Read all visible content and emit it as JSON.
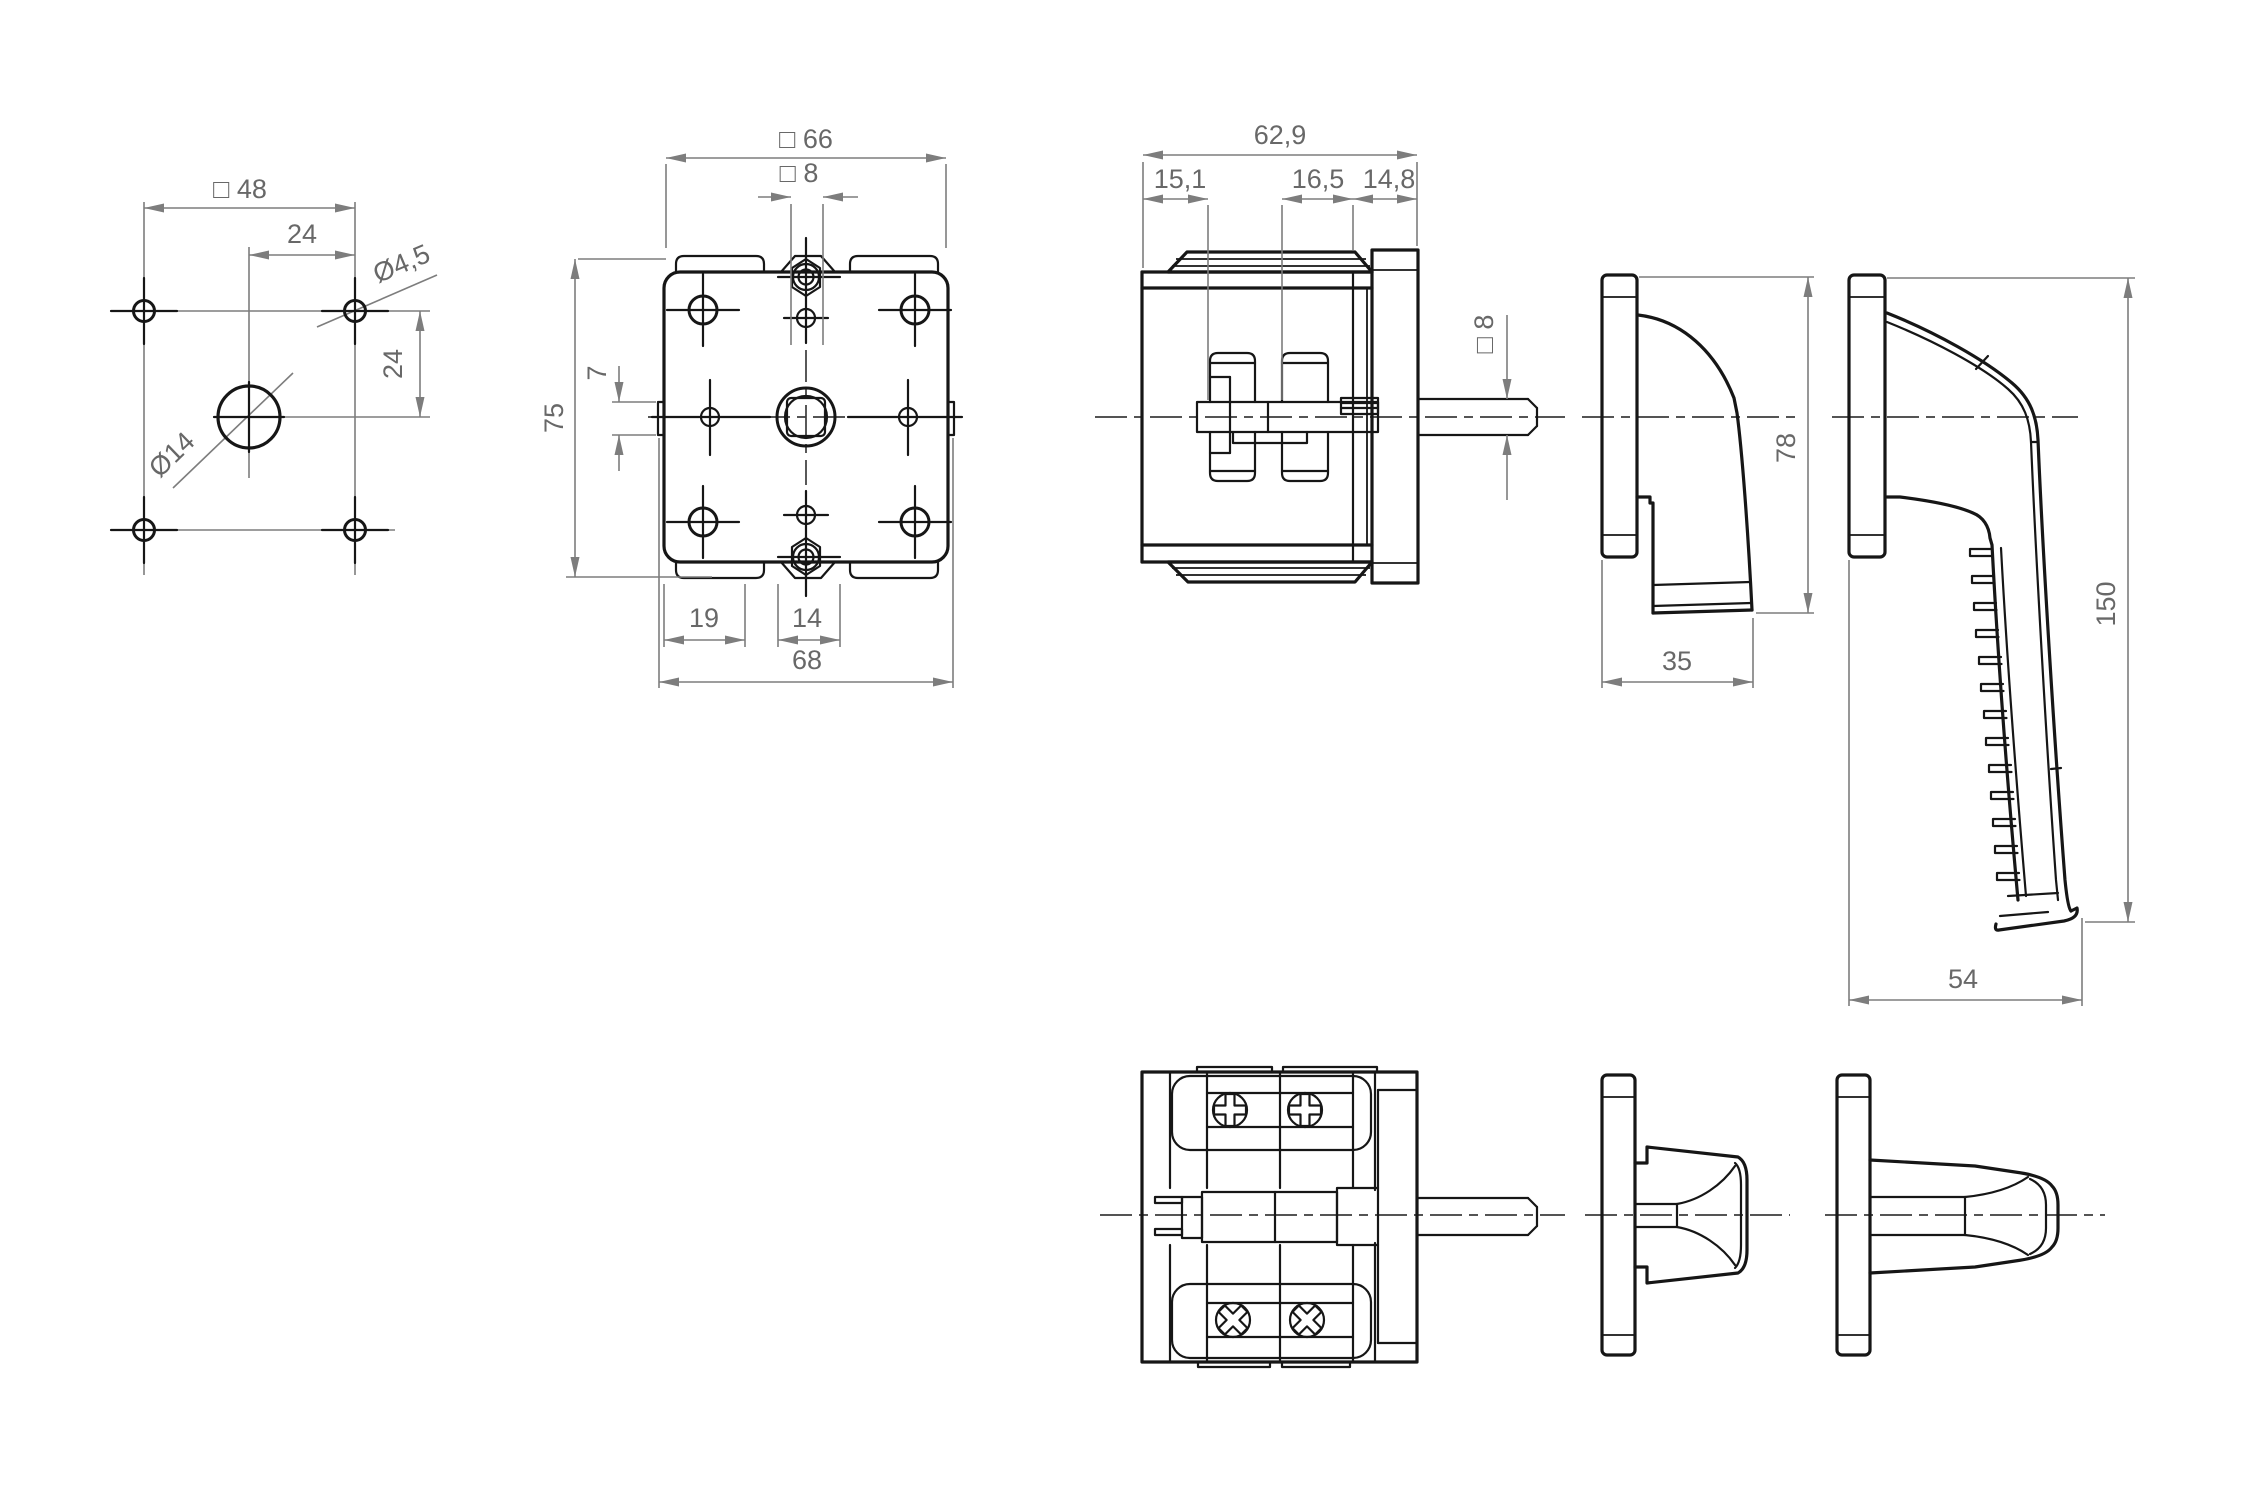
{
  "colors": {
    "part_line": "#161616",
    "dimension_line": "#7d7d7d",
    "centerline": "#3c3c3c",
    "background": "#ffffff"
  },
  "dims": {
    "drill": {
      "square": "□ 48",
      "offset_h": "24",
      "offset_v": "24",
      "hole_small": "Ø4,5",
      "hole_big": "Ø14"
    },
    "front": {
      "square": "□ 66",
      "shaft_square": "□ 8",
      "height": "75",
      "tab": "7",
      "foot_left": "19",
      "foot_center": "14",
      "width": "68"
    },
    "side": {
      "depth_total": "62,9",
      "seg1": "15,1",
      "seg2": "16,5",
      "seg3": "14,8",
      "shaft_square": "□ 8"
    },
    "knob": {
      "height": "78",
      "depth": "35"
    },
    "handle": {
      "height": "150",
      "depth": "54"
    }
  }
}
